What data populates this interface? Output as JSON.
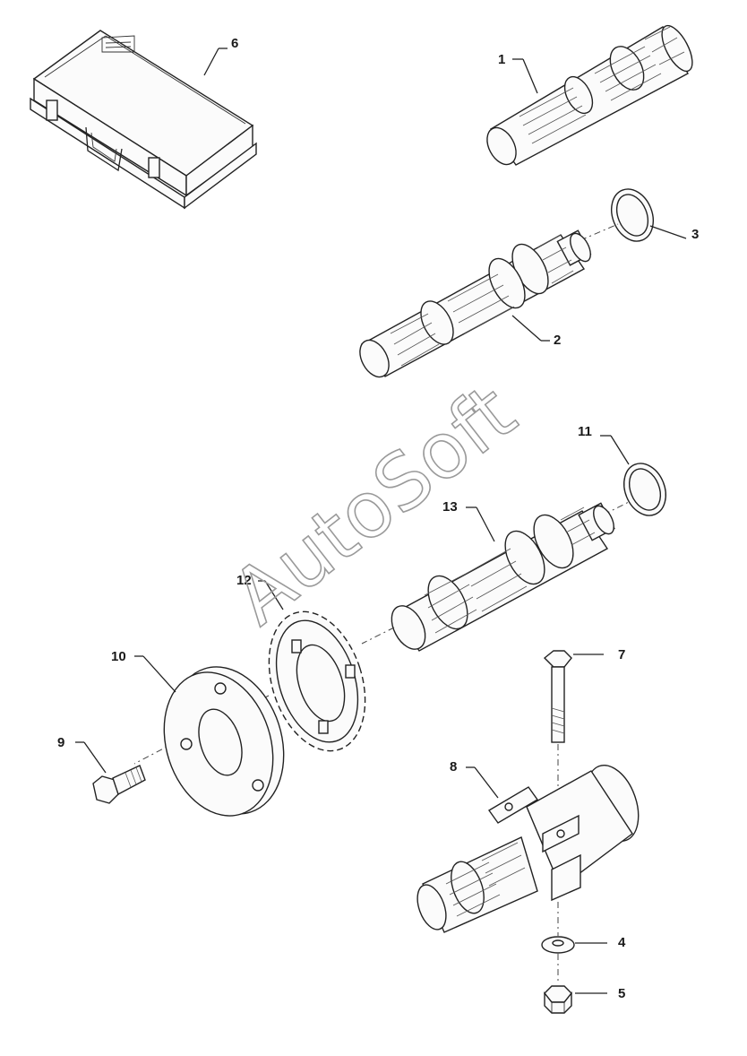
{
  "watermark": "AutoSoft",
  "callouts": {
    "c1": "1",
    "c2": "2",
    "c3": "3",
    "c4": "4",
    "c5": "5",
    "c6": "6",
    "c7": "7",
    "c8": "8",
    "c9": "9",
    "c10": "10",
    "c11": "11",
    "c12": "12",
    "c13": "13"
  },
  "parts": [
    {
      "number": "1",
      "item": "pto-shaft-short",
      "icon": "splined-shaft-icon"
    },
    {
      "number": "2",
      "item": "pto-shaft-long",
      "icon": "splined-shaft-icon"
    },
    {
      "number": "3",
      "item": "snap-ring",
      "icon": "ring-icon"
    },
    {
      "number": "4",
      "item": "washer",
      "icon": "washer-icon"
    },
    {
      "number": "5",
      "item": "nut",
      "icon": "hex-nut-icon"
    },
    {
      "number": "6",
      "item": "storage-case",
      "icon": "case-icon"
    },
    {
      "number": "7",
      "item": "bolt",
      "icon": "bolt-icon"
    },
    {
      "number": "8",
      "item": "shaft-adapter",
      "icon": "adapter-icon"
    },
    {
      "number": "9",
      "item": "screw",
      "icon": "screw-icon"
    },
    {
      "number": "10",
      "item": "flange-plate",
      "icon": "flange-icon"
    },
    {
      "number": "11",
      "item": "snap-ring",
      "icon": "ring-icon"
    },
    {
      "number": "12",
      "item": "gear",
      "icon": "gear-icon"
    },
    {
      "number": "13",
      "item": "pto-shaft",
      "icon": "splined-shaft-icon"
    }
  ]
}
